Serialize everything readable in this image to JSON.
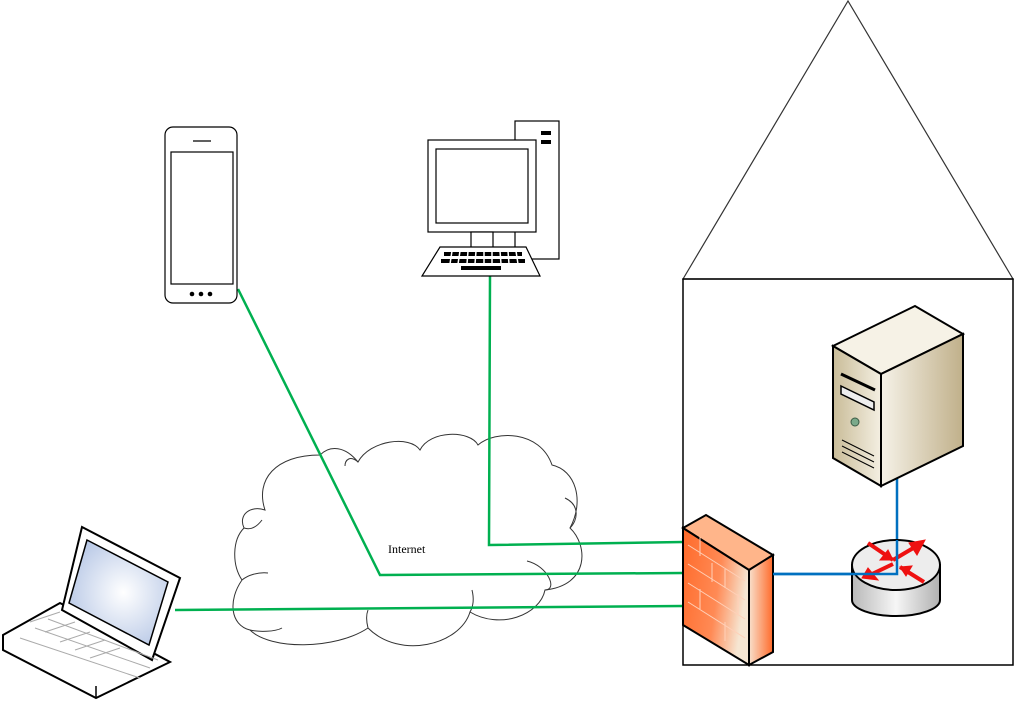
{
  "diagram": {
    "type": "network-topology",
    "cloud_label": "Internet",
    "nodes": [
      {
        "id": "smartphone",
        "kind": "smartphone",
        "zone": "external"
      },
      {
        "id": "desktop-pc",
        "kind": "desktop-computer",
        "zone": "external"
      },
      {
        "id": "laptop",
        "kind": "laptop",
        "zone": "external"
      },
      {
        "id": "internet",
        "kind": "cloud",
        "label": "Internet"
      },
      {
        "id": "firewall",
        "kind": "firewall",
        "zone": "house"
      },
      {
        "id": "router",
        "kind": "router",
        "zone": "house"
      },
      {
        "id": "server",
        "kind": "server",
        "zone": "house"
      }
    ],
    "links": [
      {
        "from": "smartphone",
        "to": "firewall",
        "via": "internet",
        "medium": "external",
        "color": "#00b050"
      },
      {
        "from": "desktop-pc",
        "to": "firewall",
        "via": "internet",
        "medium": "external",
        "color": "#00b050"
      },
      {
        "from": "laptop",
        "to": "firewall",
        "via": "internet",
        "medium": "external",
        "color": "#00b050"
      },
      {
        "from": "firewall",
        "to": "router",
        "medium": "internal",
        "color": "#0070c0"
      },
      {
        "from": "router",
        "to": "server",
        "medium": "internal",
        "color": "#0070c0"
      }
    ],
    "colors": {
      "external_link": "#00b050",
      "internal_link": "#0070c0",
      "firewall": "#ff6a2a",
      "router_arrows": "#ee1111",
      "server": "#d8cdb0"
    }
  }
}
